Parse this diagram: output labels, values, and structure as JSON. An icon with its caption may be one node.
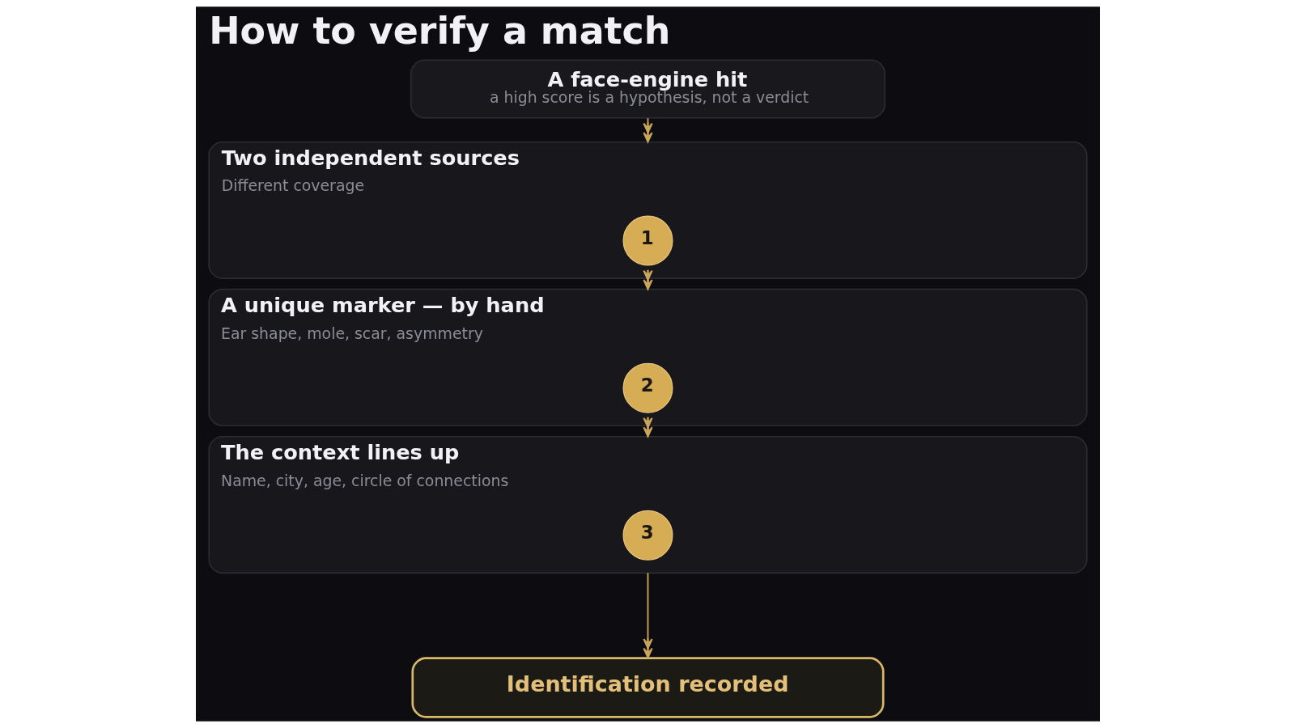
{
  "diagram": {
    "title": "How to verify a match",
    "nodes": [
      {
        "text": [
          "A face-engine hit",
          "a high score is a hypothesis, not a verdict"
        ]
      },
      {
        "text": [
          "Two independent sources",
          "Different coverage"
        ]
      },
      {
        "text": [
          "1"
        ],
        "in": 1
      },
      {
        "text": [
          "A unique marker — by hand",
          "Ear shape, mole, scar, asymmetry"
        ]
      },
      {
        "text": [
          "2"
        ],
        "in": 3
      },
      {
        "text": [
          "The context lines up",
          "Name, city, age, circle of connections"
        ]
      },
      {
        "text": [
          "3"
        ],
        "in": 5
      },
      {
        "text": [
          "Identification recorded"
        ]
      }
    ],
    "edges": [
      {
        "from": 0,
        "to": 1,
        "arrow": "to"
      },
      {
        "from": 1,
        "to": 3,
        "arrow": "to"
      },
      {
        "from": 3,
        "to": 5,
        "arrow": "to"
      },
      {
        "from": 5,
        "to": 7,
        "arrow": "to"
      }
    ]
  }
}
